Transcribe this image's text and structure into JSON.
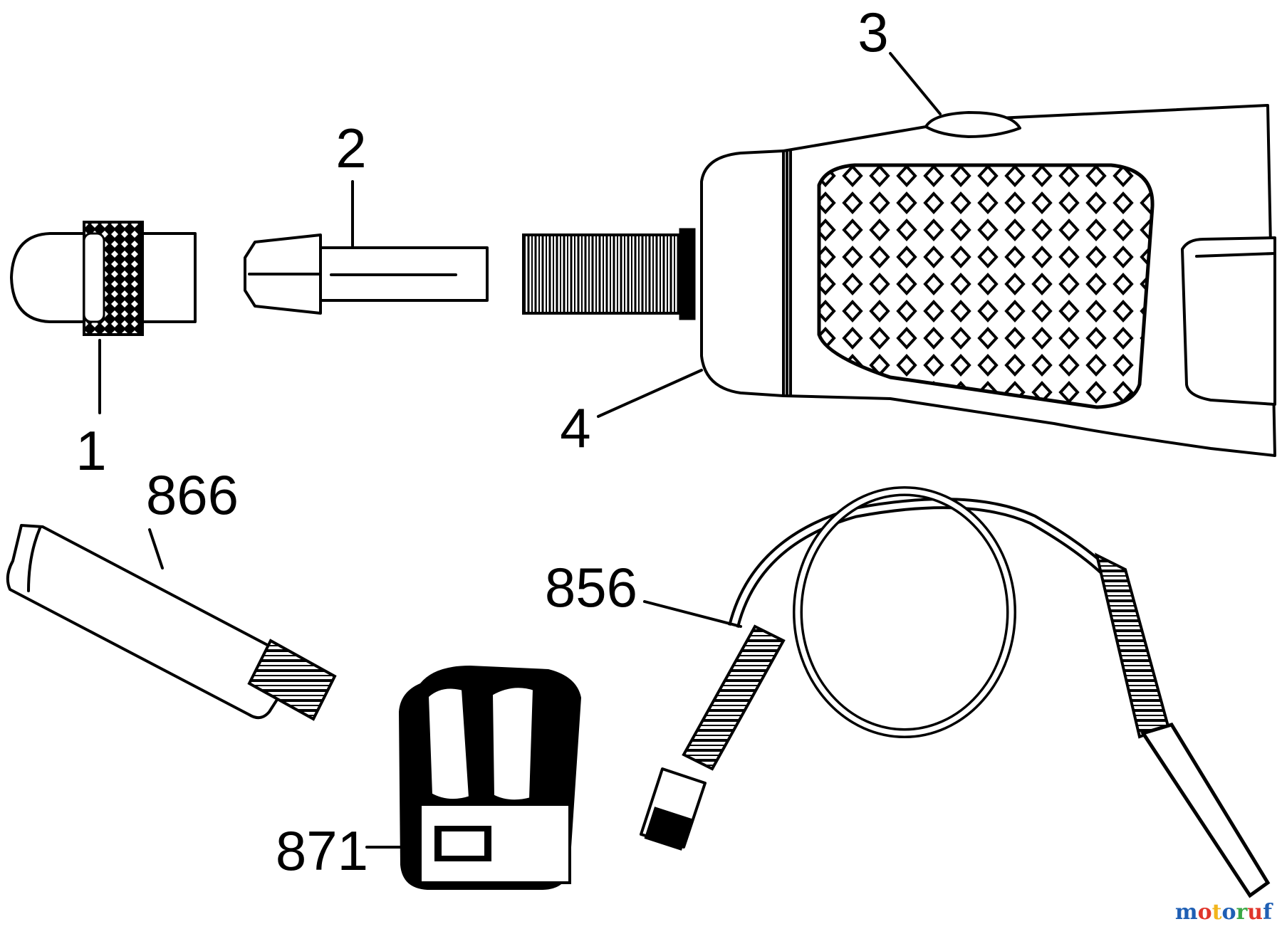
{
  "callouts": [
    {
      "id": "1",
      "label": "1"
    },
    {
      "id": "2",
      "label": "2"
    },
    {
      "id": "3",
      "label": "3"
    },
    {
      "id": "4",
      "label": "4"
    },
    {
      "id": "866",
      "label": "866"
    },
    {
      "id": "856",
      "label": "856"
    },
    {
      "id": "871",
      "label": "871"
    }
  ],
  "watermark": {
    "text": "motoruf",
    "letters": [
      "m",
      "o",
      "t",
      "o",
      "r",
      "u",
      "f"
    ],
    "colors": [
      "#1f5fb4",
      "#e0352b",
      "#f2b51c",
      "#1f5fb4",
      "#3aa845",
      "#e0352b",
      "#1f5fb4"
    ]
  }
}
